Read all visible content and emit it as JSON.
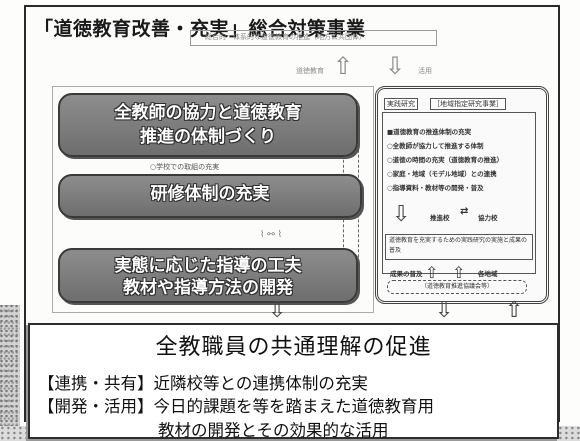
{
  "title": "「道徳教育改善・充実」総合対策事業",
  "background": {
    "top_banner": "総合的・体系的な道徳教育の推進（地方公共団体）",
    "left_arrow_label": "道徳教育",
    "right_arrow_label": "活用",
    "mid_row": "○学校での取組の充実",
    "right_panel": {
      "tab_left": "実践研究",
      "tab_right": "［地域指定研究事業］",
      "heading": "■道徳教育の推進体制の充実",
      "bullets": [
        "○全教師が協力して推進する体制",
        "○道徳の時間の充実（道徳教育の推進）",
        "○家庭・地域（モデル地域）との連携",
        "○指導資料・教材等の開発・普及"
      ],
      "diagram_left": "推進校",
      "diagram_right": "協力校",
      "note": "道徳教育を充実するための実践研究の実施と成果の普及",
      "footer_left": "成果の普及",
      "footer_right": "各地域",
      "footer_box": "（道徳教育推進協議会等）"
    }
  },
  "pills": [
    {
      "lines": [
        "全教師の協力と道徳教育",
        "推進の体制づくり"
      ]
    },
    {
      "lines": [
        "研修体制の充実"
      ]
    },
    {
      "lines": [
        "実態に応じた指導の工夫",
        "教材や指導方法の開発"
      ]
    }
  ],
  "promo": {
    "title": "全教職員の共通理解の促進",
    "line1": "【連携・共有】近隣校等との連携体制の充実",
    "line2": "【開発・活用】今日的課題を等を踏まえた道徳教育用",
    "line3": "教材の開発とその効果的な活用"
  },
  "colors": {
    "pill_fill": "#7d7d7d",
    "border": "#2d2d2d"
  }
}
